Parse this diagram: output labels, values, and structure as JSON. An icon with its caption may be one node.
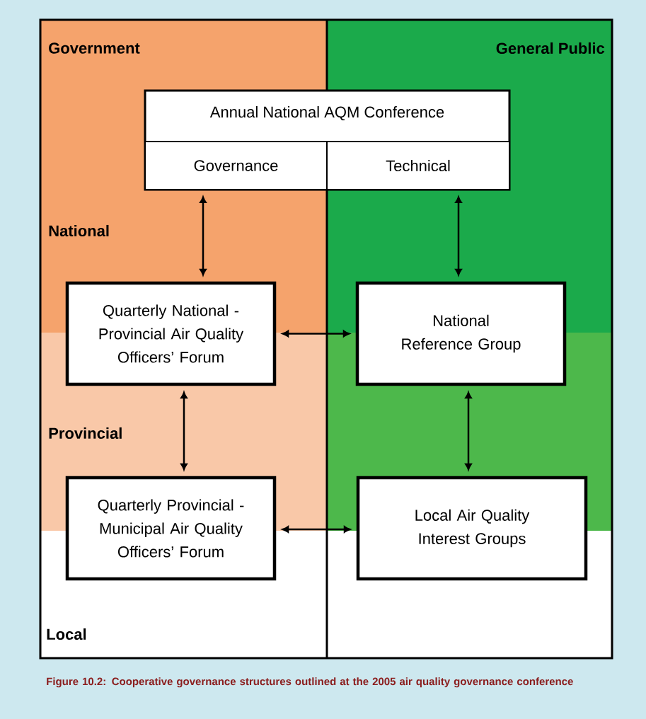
{
  "diagram": {
    "caption": "Figure 10.2: Cooperative governance structures outlined at the 2005 air quality governance conference",
    "nodes": [
      {
        "text": [
          "Annual National AQM Conference"
        ]
      },
      {
        "text": [
          "Governance"
        ],
        "in": 0
      },
      {
        "text": [
          "Technical"
        ],
        "in": 0
      },
      {
        "text": [
          "Quarterly National - Provincial Air Quality Officers’ Forum"
        ]
      },
      {
        "text": [
          "National Reference Group"
        ]
      },
      {
        "text": [
          "Quarterly Provincial - Municipal Air Quality Officers’ Forum"
        ]
      },
      {
        "text": [
          "Local Air Quality Interest Groups"
        ]
      }
    ],
    "edges": [
      {
        "from": 1,
        "to": 3,
        "arrow": "both"
      },
      {
        "from": 2,
        "to": 4,
        "arrow": "both"
      },
      {
        "from": 3,
        "to": 4,
        "arrow": "both"
      },
      {
        "from": 3,
        "to": 5,
        "arrow": "both"
      },
      {
        "from": 4,
        "to": 6,
        "arrow": "both"
      },
      {
        "from": 5,
        "to": 6,
        "arrow": "both"
      }
    ],
    "labels": [
      "Government",
      "General Public",
      "National",
      "Provincial",
      "Local"
    ]
  }
}
